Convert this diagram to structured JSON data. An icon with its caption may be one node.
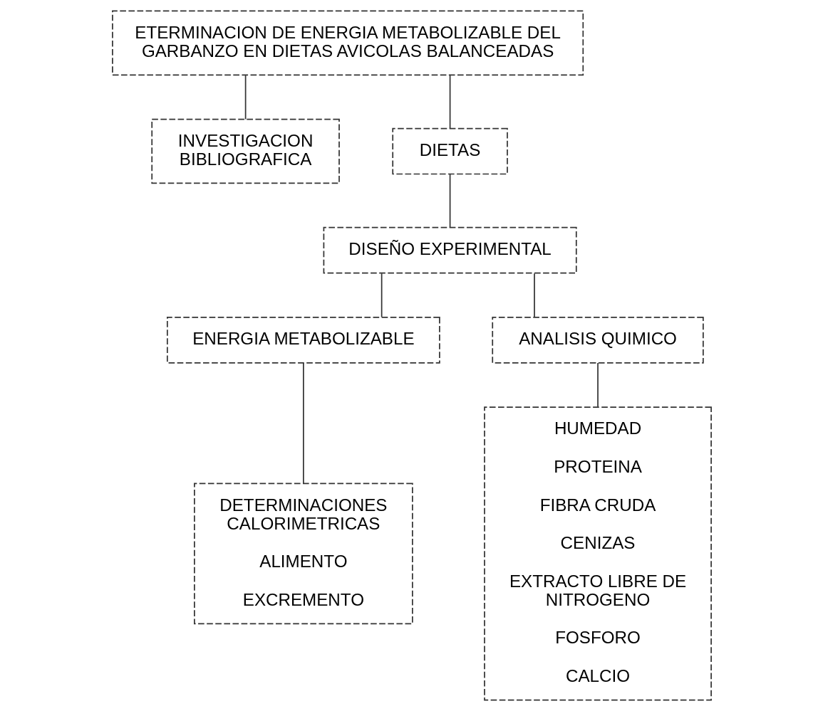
{
  "diagram": {
    "nodes": [
      {
        "text": [
          "ETERMINACION DE ENERGIA METABOLIZABLE DEL GARBANZO EN DIETAS AVICOLAS BALANCEADAS"
        ]
      },
      {
        "text": [
          "INVESTIGACION BIBLIOGRAFICA"
        ]
      },
      {
        "text": [
          "DIETAS"
        ]
      },
      {
        "text": [
          "DISEÑO EXPERIMENTAL"
        ]
      },
      {
        "text": [
          "ENERGIA METABOLIZABLE"
        ]
      },
      {
        "text": [
          "ANALISIS QUIMICO"
        ]
      },
      {
        "text": [
          "DETERMINACIONES CALORIMETRICAS",
          "ALIMENTO",
          "EXCREMENTO"
        ]
      },
      {
        "text": [
          "HUMEDAD",
          "PROTEINA",
          "FIBRA CRUDA",
          "CENIZAS",
          "EXTRACTO LIBRE DE NITROGENO",
          "FOSFORO",
          "CALCIO"
        ]
      }
    ],
    "edges": [
      {
        "from": 0,
        "to": 1,
        "arrow": "none"
      },
      {
        "from": 0,
        "to": 2,
        "arrow": "none"
      },
      {
        "from": 2,
        "to": 3,
        "arrow": "none"
      },
      {
        "from": 3,
        "to": 4,
        "arrow": "none"
      },
      {
        "from": 3,
        "to": 5,
        "arrow": "none"
      },
      {
        "from": 4,
        "to": 6,
        "arrow": "none"
      },
      {
        "from": 5,
        "to": 7,
        "arrow": "none"
      }
    ]
  }
}
